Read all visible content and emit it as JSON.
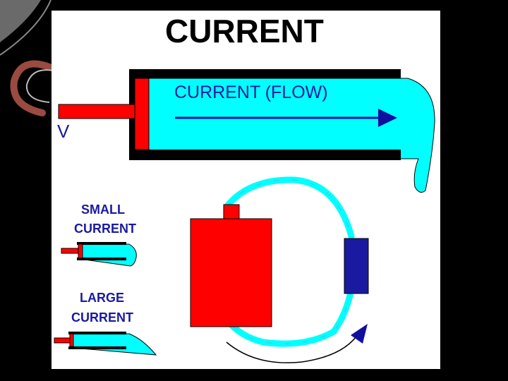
{
  "title": "CURRENT",
  "main_pipe": {
    "label": "CURRENT (FLOW)",
    "piston_label": "V"
  },
  "small_example": {
    "line1": "SMALL",
    "line2": "CURRENT"
  },
  "large_example": {
    "line1": "LARGE",
    "line2": "CURRENT"
  },
  "colors": {
    "slide_background": "#000000",
    "panel_background": "#ffffff",
    "water": "#00ffff",
    "piston": "#ff0000",
    "pipe_wall": "#000000",
    "flow_arrow": "#1010a0",
    "text_blue": "#1a1aa0",
    "battery": "#ff0000",
    "resistor": "#1a1aa0"
  }
}
